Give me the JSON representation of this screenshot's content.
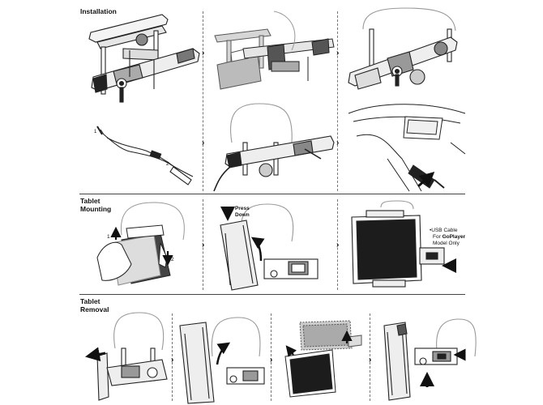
{
  "sections": {
    "installation": "Installation",
    "tablet_mounting": [
      "Tablet",
      "Mounting"
    ],
    "tablet_removal": [
      "Tablet",
      "Removal"
    ]
  },
  "labels": {
    "press_down": [
      "Press",
      "Down"
    ],
    "usb_cable": [
      "USB Cable",
      "For ",
      "GoPlayer",
      "Model Only"
    ],
    "step_1": "1",
    "step_2": "2",
    "cable_1": "1",
    "cable_2": "2"
  },
  "colors": {
    "line": "#222222",
    "mid_gray": "#9a9a9a",
    "light_gray": "#cfcfcf",
    "dark": "#1c1c1c"
  }
}
